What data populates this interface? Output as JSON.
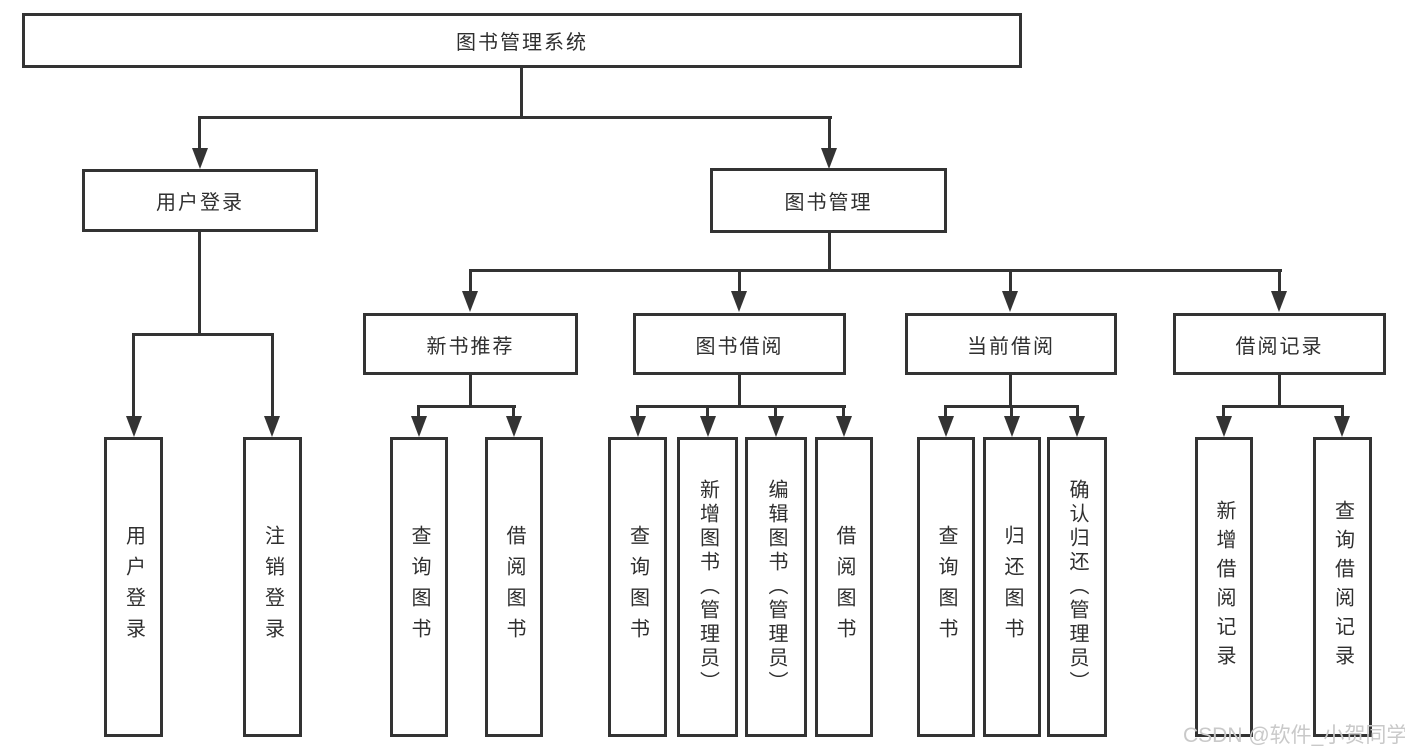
{
  "colors": {
    "line": "#333333",
    "text": "#2f2f2f",
    "watermark": "#c9c9c9",
    "bg": "#ffffff"
  },
  "watermark": {
    "text": "CSDN @软件_小贺同学"
  },
  "diagram": {
    "root": {
      "label": "图书管理系统"
    },
    "level2": [
      {
        "id": "user-login",
        "label": "用户登录"
      },
      {
        "id": "book-management",
        "label": "图书管理"
      }
    ],
    "level3": [
      {
        "id": "new-book-recommend",
        "label": "新书推荐",
        "parent": "图书管理"
      },
      {
        "id": "book-borrowing",
        "label": "图书借阅",
        "parent": "图书管理"
      },
      {
        "id": "current-borrowing",
        "label": "当前借阅",
        "parent": "图书管理"
      },
      {
        "id": "borrowing-records",
        "label": "借阅记录",
        "parent": "图书管理"
      }
    ],
    "leaves": [
      {
        "id": "leaf-user-login",
        "label": "用户登录",
        "parent": "用户登录"
      },
      {
        "id": "leaf-logout",
        "label": "注销登录",
        "parent": "用户登录"
      },
      {
        "id": "leaf-nbr-query-book",
        "label": "查询图书",
        "parent": "新书推荐"
      },
      {
        "id": "leaf-nbr-borrow-book",
        "label": "借阅图书",
        "parent": "新书推荐"
      },
      {
        "id": "leaf-bb-query-book",
        "label": "查询图书",
        "parent": "图书借阅"
      },
      {
        "id": "leaf-bb-add-book",
        "label": "新增图书（管理员）",
        "parent": "图书借阅"
      },
      {
        "id": "leaf-bb-edit-book",
        "label": "编辑图书（管理员）",
        "parent": "图书借阅"
      },
      {
        "id": "leaf-bb-borrow-book",
        "label": "借阅图书",
        "parent": "图书借阅"
      },
      {
        "id": "leaf-cb-query-book",
        "label": "查询图书",
        "parent": "当前借阅"
      },
      {
        "id": "leaf-cb-return-book",
        "label": "归还图书",
        "parent": "当前借阅"
      },
      {
        "id": "leaf-cb-confirm-return",
        "label": "确认归还（管理员）",
        "parent": "当前借阅"
      },
      {
        "id": "leaf-br-add-record",
        "label": "新增借阅记录",
        "parent": "借阅记录"
      },
      {
        "id": "leaf-br-query-record",
        "label": "查询借阅记录",
        "parent": "借阅记录"
      }
    ]
  }
}
